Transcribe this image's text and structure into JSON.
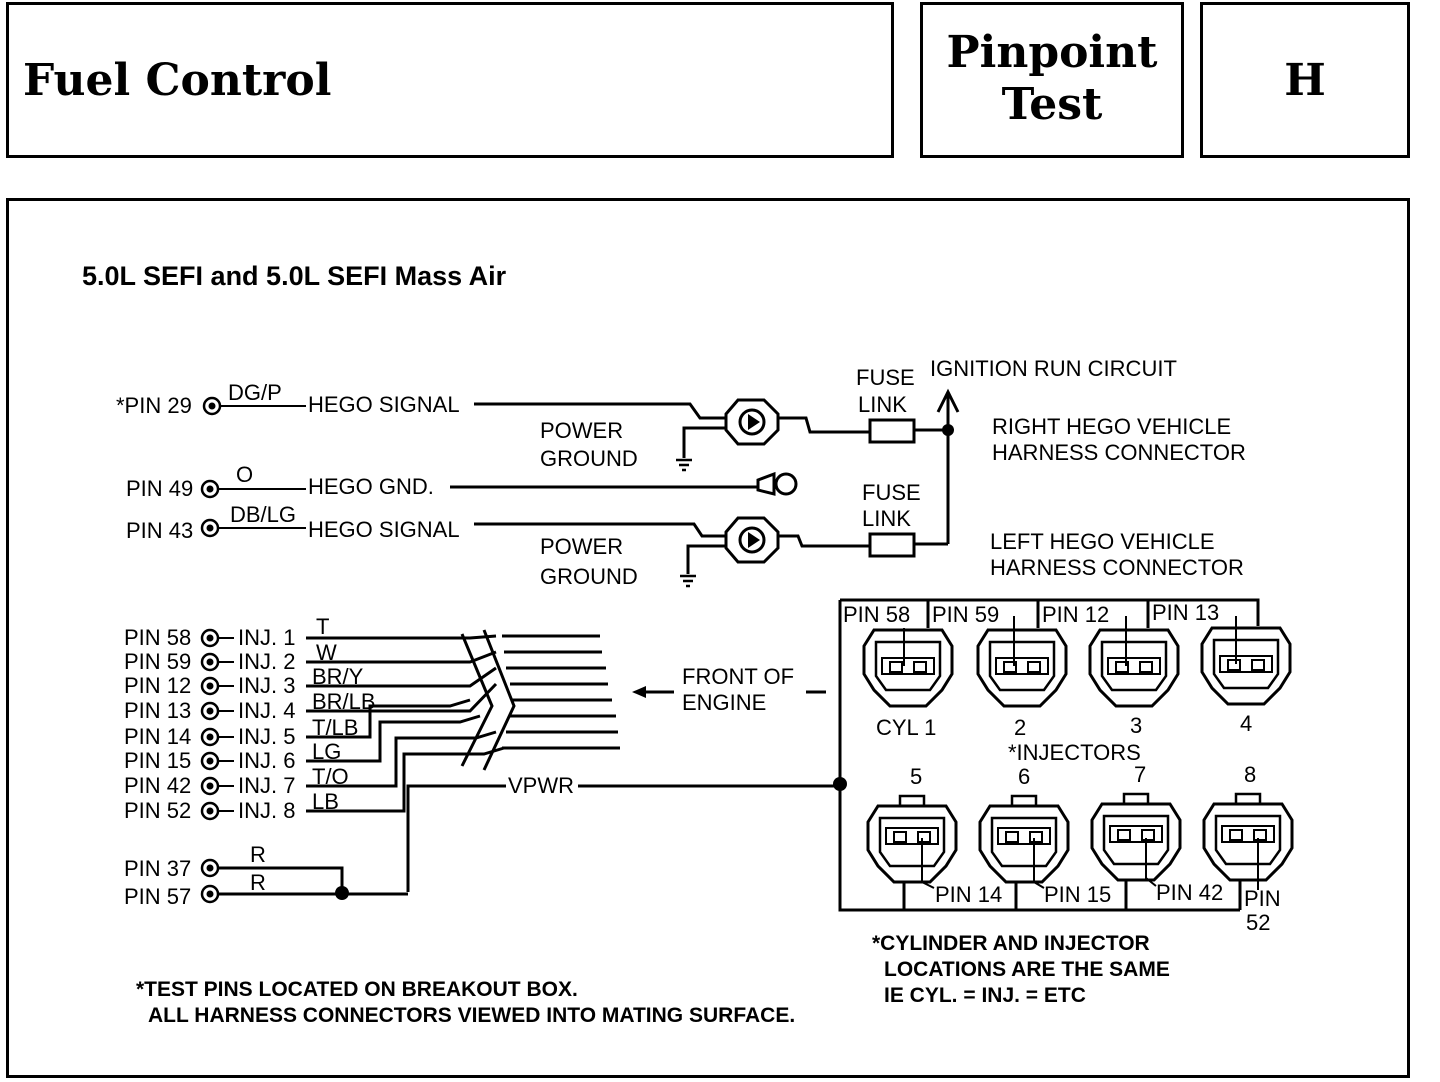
{
  "header": {
    "title": "Fuel Control",
    "test_line1": "Pinpoint",
    "test_line2": "Test",
    "code": "H"
  },
  "diagram": {
    "title": "5.0L SEFI and 5.0L SEFI Mass Air",
    "hego": {
      "pin29": "*PIN 29",
      "pin29_color": "DG/P",
      "pin29_label": "HEGO SIGNAL",
      "pin49": "PIN 49",
      "pin49_color": "O",
      "pin49_label": "HEGO GND.",
      "pin43": "PIN 43",
      "pin43_color": "DB/LG",
      "pin43_label": "HEGO SIGNAL",
      "power": "POWER",
      "ground": "GROUND",
      "fuse": "FUSE",
      "link": "LINK",
      "ignition": "IGNITION RUN CIRCUIT",
      "right_1": "RIGHT HEGO VEHICLE",
      "right_2": "HARNESS CONNECTOR",
      "left_1": "LEFT HEGO VEHICLE",
      "left_2": "HARNESS CONNECTOR"
    },
    "injector_wires": [
      {
        "pin": "PIN 58",
        "inj": "INJ. 1",
        "color": "T"
      },
      {
        "pin": "PIN 59",
        "inj": "INJ. 2",
        "color": "W"
      },
      {
        "pin": "PIN 12",
        "inj": "INJ. 3",
        "color": "BR/Y"
      },
      {
        "pin": "PIN 13",
        "inj": "INJ. 4",
        "color": "BR/LB"
      },
      {
        "pin": "PIN 14",
        "inj": "INJ. 5",
        "color": "T/LB"
      },
      {
        "pin": "PIN 15",
        "inj": "INJ. 6",
        "color": "LG"
      },
      {
        "pin": "PIN 42",
        "inj": "INJ. 7",
        "color": "T/O"
      },
      {
        "pin": "PIN 52",
        "inj": "INJ. 8",
        "color": "LB"
      }
    ],
    "vpwr": "VPWR",
    "front_1": "FRONT OF",
    "front_2": "ENGINE",
    "pin37": "PIN 37",
    "pin57": "PIN 57",
    "r": "R",
    "top_conn": [
      "PIN 58",
      "PIN 59",
      "PIN 12",
      "PIN 13"
    ],
    "top_cyl": [
      "CYL 1",
      "2",
      "3",
      "4"
    ],
    "injectors": "*INJECTORS",
    "bot_cyl": [
      "5",
      "6",
      "7",
      "8"
    ],
    "bot_conn": [
      "PIN 14",
      "PIN 15",
      "PIN 42"
    ],
    "bot_pin52a": "PIN",
    "bot_pin52b": "52",
    "note_cyl": [
      "*CYLINDER AND INJECTOR",
      "LOCATIONS ARE THE SAME",
      "IE CYL. = INJ. = ETC"
    ],
    "note_test": [
      "*TEST PINS LOCATED ON BREAKOUT BOX.",
      "ALL HARNESS CONNECTORS VIEWED INTO MATING SURFACE."
    ]
  }
}
